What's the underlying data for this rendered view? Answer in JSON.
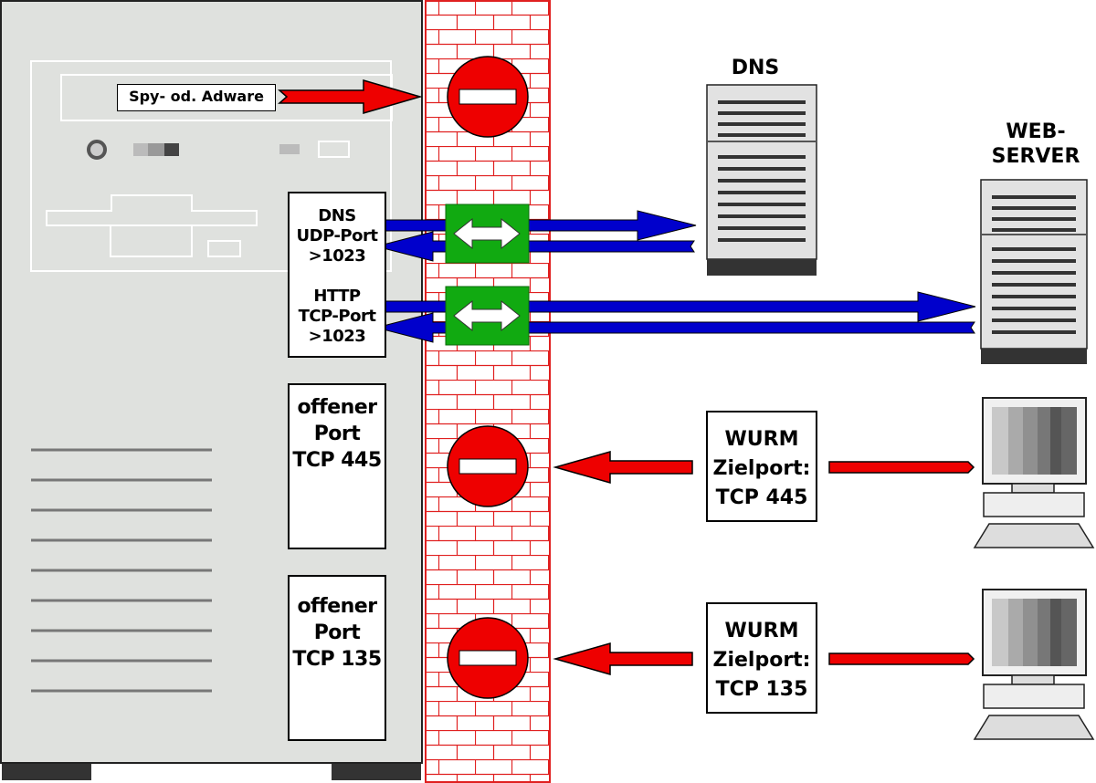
{
  "pc": {
    "adware_label": "Spy- od. Adware",
    "port_box_dns_http": "DNS\nUDP-Port\n>1023\n\nHTTP\nTCP-Port\n>1023",
    "port_box_445": "offener\nPort\nTCP 445",
    "port_box_135": "offener\nPort\nTCP 135"
  },
  "servers": {
    "dns_label": "DNS",
    "web_label": "WEB-\nSERVER"
  },
  "worms": [
    {
      "text": "WURM\nZielport:\nTCP 445"
    },
    {
      "text": "WURM\nZielport:\nTCP 135"
    }
  ],
  "colors": {
    "case": "#dfe1de",
    "firewall_brick": "#e02020",
    "block": "#ee0000",
    "allow": "#11aa11",
    "flow": "#0000cc",
    "attack": "#ee0000",
    "dark": "#333333"
  }
}
